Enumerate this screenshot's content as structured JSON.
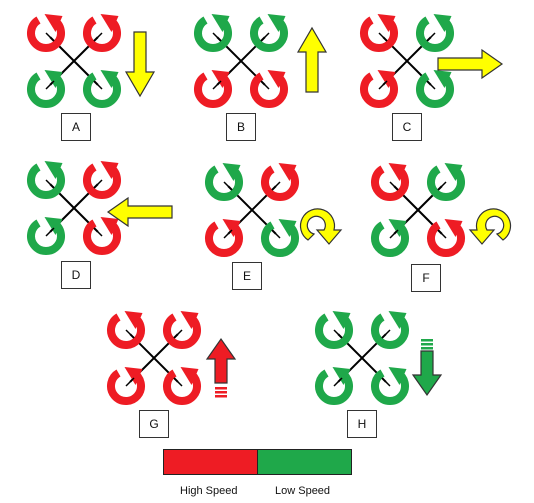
{
  "colors": {
    "high": "#ee1c24",
    "low": "#1fa84a",
    "yellow": "#ffff00"
  },
  "legend": {
    "high_label": "High Speed",
    "low_label": "Low Speed"
  },
  "panels": [
    {
      "label": "A",
      "rotors": [
        "high",
        "high",
        "low",
        "low"
      ],
      "arrow": "down-arrow"
    },
    {
      "label": "B",
      "rotors": [
        "low",
        "low",
        "high",
        "high"
      ],
      "arrow": "up-arrow"
    },
    {
      "label": "C",
      "rotors": [
        "high",
        "low",
        "high",
        "low"
      ],
      "arrow": "right-arrow"
    },
    {
      "label": "D",
      "rotors": [
        "low",
        "high",
        "low",
        "high"
      ],
      "arrow": "left-arrow"
    },
    {
      "label": "E",
      "rotors": [
        "low",
        "high",
        "high",
        "low"
      ],
      "arrow": "clockwise-arrow"
    },
    {
      "label": "F",
      "rotors": [
        "high",
        "low",
        "low",
        "high"
      ],
      "arrow": "counterclockwise-arrow"
    },
    {
      "label": "G",
      "rotors": [
        "high",
        "high",
        "high",
        "high"
      ],
      "arrow": "up-throttle-arrow"
    },
    {
      "label": "H",
      "rotors": [
        "low",
        "low",
        "low",
        "low"
      ],
      "arrow": "down-throttle-arrow"
    }
  ]
}
